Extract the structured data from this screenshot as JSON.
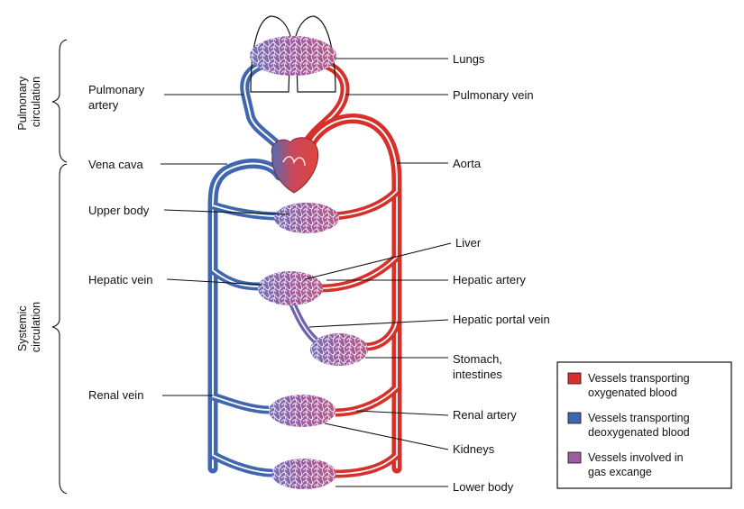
{
  "sections": {
    "pulmonary": [
      "Pulmonary",
      "circulation"
    ],
    "systemic": [
      "Systemic",
      "circulation"
    ]
  },
  "labels": {
    "lungs": "Lungs",
    "pulmonary_artery": [
      "Pulmonary",
      "artery"
    ],
    "pulmonary_vein": "Pulmonary vein",
    "vena_cava": "Vena cava",
    "aorta": "Aorta",
    "upper_body": "Upper body",
    "liver": "Liver",
    "hepatic_vein": "Hepatic vein",
    "hepatic_artery": "Hepatic artery",
    "hepatic_portal_vein": "Hepatic portal vein",
    "stomach_intestines": [
      "Stomach,",
      "intestines"
    ],
    "renal_vein": "Renal vein",
    "renal_artery": "Renal artery",
    "kidneys": "Kidneys",
    "lower_body": "Lower body"
  },
  "legend": [
    {
      "color": "#d7302a",
      "lines": [
        "Vessels transporting",
        "oxygenated blood"
      ]
    },
    {
      "color": "#3f66ae",
      "lines": [
        "Vessels transporting",
        "deoxygenated blood"
      ]
    },
    {
      "color": "#9b5b9e",
      "lines": [
        "Vessels involved in",
        "gas excange"
      ]
    }
  ],
  "colors": {
    "oxygenated": "#d7302a",
    "deoxygenated": "#3f66ae",
    "capillary": "#9b5b9e"
  }
}
